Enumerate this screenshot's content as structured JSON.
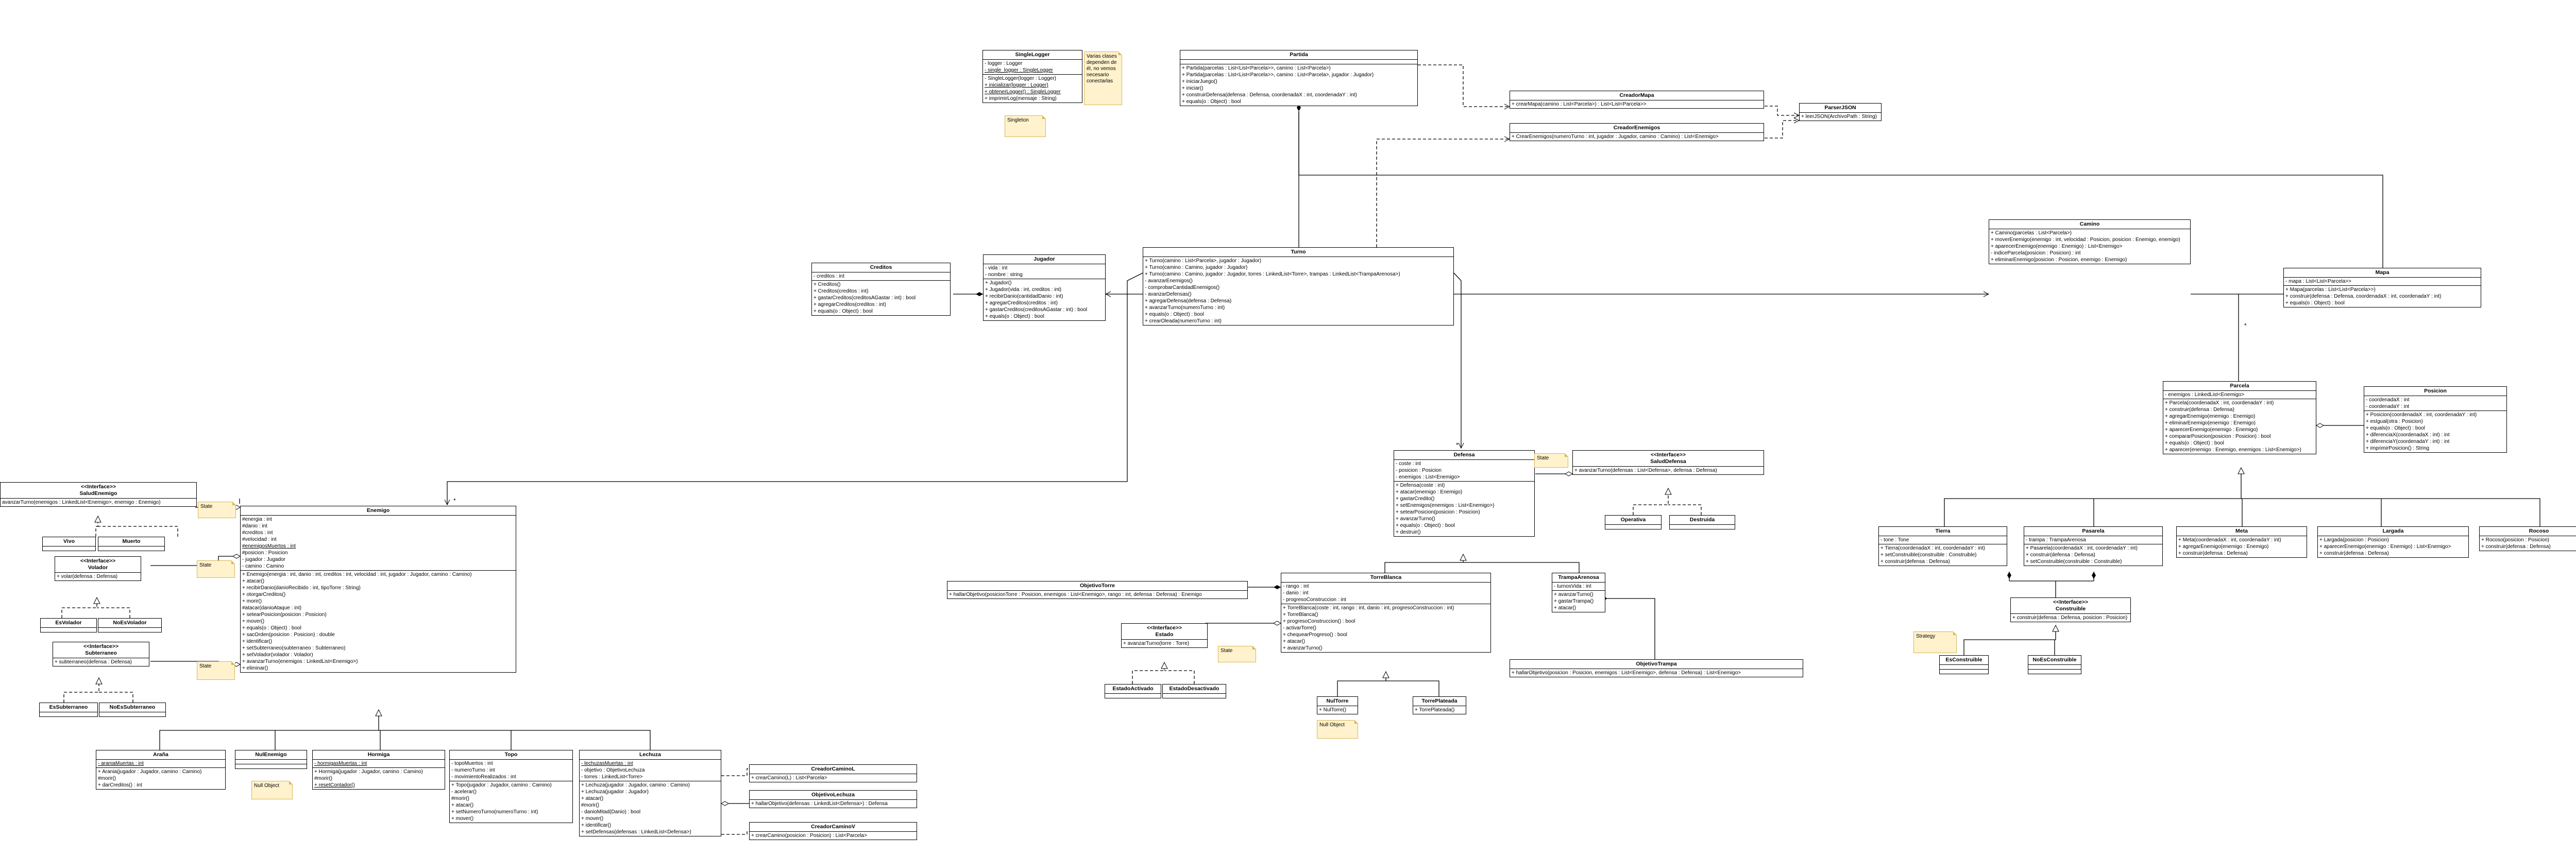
{
  "classes": {
    "singleLogger": {
      "name": "SingleLogger",
      "attrs": [
        "- logger : Logger",
        "- single_logger : SingleLogger"
      ],
      "methods": [
        "- SingleLogger(logger : Logger)",
        "+ inicializar(logger : Logger)",
        "+ obtenerLogger() : SingleLogger",
        "+ imprimirLog(mensaje : String)"
      ]
    },
    "partida": {
      "name": "Partida",
      "attrs": [],
      "methods": [
        "+ Partida(parcelas : List<List<Parcela>>, camino : List<Parcela>)",
        "+ Partida(parcelas : List<List<Parcela>>, camino : List<Parcela>, jugador : Jugador)",
        "+ iniciarJuego()",
        "+ iniciar()",
        "+ construirDefensa(defensa : Defensa, coordenadaX : int, coordenadaY : int)",
        "+ equals(o : Object) : bool"
      ]
    },
    "creadorMapa": {
      "name": "CreadorMapa",
      "attrs": [],
      "methods": [
        "+ crearMapa(camino : List<Parcela>) : List<List<Parcela>>"
      ]
    },
    "parserJson": {
      "name": "ParserJSON",
      "attrs": [],
      "methods": [
        "+ leerJSON(ArchivoPath : String)"
      ]
    },
    "creadorEnemigos": {
      "name": "CreadorEnemigos",
      "attrs": [],
      "methods": [
        "+ CrearEnemigos(numeroTurno : int, jugador : Jugador, camino : Camino) : List<Enemigo>"
      ]
    },
    "creditos": {
      "name": "Creditos",
      "attrs": [
        "- creditos : int"
      ],
      "methods": [
        "+ Creditos()",
        "+ Creditos(creditos : int)",
        "+ gastarCreditos(creditosAGastar : int) : bool",
        "+ agregarCreditos(creditos : int)",
        "+ equals(o : Object) : bool"
      ]
    },
    "jugador": {
      "name": "Jugador",
      "attrs": [
        "- vida : int",
        "- nombre : string"
      ],
      "methods": [
        "+ Jugador()",
        "+ Jugador(vida : int, creditos : int)",
        "+ recibirDanio(cantidadDanio : int)",
        "+ agregarCreditos(creditos : int)",
        "+ gastarCreditos(creditosAGastar : int) : bool",
        "+ equals(o : Object) : bool"
      ]
    },
    "turno": {
      "name": "Turno",
      "attrs": [],
      "methods": [
        "+ Turno(camino : List<Parcela>, jugador : Jugador)",
        "+ Turno(camino : Camino, jugador : Jugador)",
        "+ Turno(camino : Camino, jugador : Jugador, torres : LinkedList<Torre>, trampas : LinkedList<TrampaArenosa>)",
        "- avanzarEnemigos()",
        "- comprobarCantidadEnemigos()",
        "- avanzarDefensas()",
        "+ agregarDefensa(defensa : Defensa)",
        "+ avanzarTurno(numeroTurno : int)",
        "+ equals(o : Object) : bool",
        "+ crearOleada(numeroTurno : int)"
      ]
    },
    "camino": {
      "name": "Camino",
      "attrs": [],
      "methods": [
        "+ Camino(parcelas : List<Parcela>)",
        "+ moverEnemigo(enemigo : int, velocidad : Posicion, posicion : Enemigo, enemigo)",
        "+ aparecerEnemigo(enemigo : Enemigo) : List<Enemigo>",
        "- indiceParcela(posicion : Posicion) : int",
        "+ eliminarEnemigo(posicion : Posicion, enemigo : Enemigo)"
      ]
    },
    "mapa": {
      "name": "Mapa",
      "attrs": [
        "- mapa : List<List<Parcela>>"
      ],
      "methods": [
        "+ Mapa(parcelas : List<List<Parcela>>)",
        "+ construir(defensa : Defensa, coordenadaX : int, coordenadaY : int)",
        "+ equals(o : Object) : bool"
      ]
    },
    "parcela": {
      "name": "Parcela",
      "attrs": [
        "- enemigos : LinkedList<Enemigo>"
      ],
      "methods": [
        "+ Parcela(coordenadaX : int, coordenadaY : int)",
        "+ construir(defensa : Defensa)",
        "+ agregarEnemigo(enemigo : Enemigo)",
        "+ eliminarEnemigo(enemigo : Enemigo)",
        "+ aparecerEnemigo(enemigo : Enemigo)",
        "+ compararPosicion(posicion : Posicion) : bool",
        "+ equals(o : Object) : bool",
        "+ aparecer(enemigo : Enemigo, enemigos : List<Enemigo>)"
      ]
    },
    "posicion": {
      "name": "Posicion",
      "attrs": [
        "- coordenadaX : int",
        "- coordenadaY : int"
      ],
      "methods": [
        "+ Posicion(coordenadaX : int, coordenadaY : int)",
        "+ esIgual(otra : Posicion)",
        "+ equals(o : Object) : bool",
        "+ diferenciaX(coordenadaX : int) : int",
        "+ diferenciaY(coordenadaY : int) : int",
        "+ imprimirPosicion() : String"
      ]
    },
    "defensa": {
      "name": "Defensa",
      "attrs": [
        "- coste : int",
        "- posicion : Posicion",
        "- enemigos : List<Enemigo>"
      ],
      "methods": [
        "+ Defensa(coste : int)",
        "+ atacar(enemigo : Enemigo)",
        "+ gastarCredito()",
        "+ setEnemigos(enemigos : List<Enemigo>)",
        "+ setearPosicion(posicion : Posicion)",
        "+ avanzarTurno()",
        "+ equals(o : Object) : bool",
        "+ destruir()"
      ]
    },
    "saludDefensa": {
      "name": "SaludDefensa",
      "stereo": "<<Interface>>",
      "attrs": [],
      "methods": [
        "+ avanzarTurno(defensas : List<Defensa>, defensa : Defensa)"
      ]
    },
    "operativa": {
      "name": "Operativa",
      "attrs": [],
      "methods": []
    },
    "destruida": {
      "name": "Destruida",
      "attrs": [],
      "methods": []
    },
    "saludEnemigo": {
      "name": "SaludEnemigo",
      "stereo": "<<Interface>>",
      "attrs": [],
      "methods": [
        "avanzarTurno(enemigos : LinkedList<Enemigo>, enemigo : Enemigo)"
      ]
    },
    "enemigo": {
      "name": "Enemigo",
      "attrs": [
        "#energia : int",
        "#danio : int",
        "#creditos : int",
        "#velocidad : int",
        "#enemigosMuertos : int",
        "#posicion : Posicion",
        "- jugador : Jugador",
        "- camino : Camino"
      ],
      "methods": [
        "+ Enemigo(energia : int, danio : int, creditos : int, velocidad : int, jugador : Jugador, camino : Camino)",
        "+ atacar()",
        "+ recibirDanio(danioRecibido : int, tipoTorre : String)",
        "+ otorgarCreditos()",
        "+ morir()",
        "#atacar(danioAtaque : int)",
        "+ setearPosicion(posicion : Posicion)",
        "+ mover()",
        "+ equals(o : Object) : bool",
        "+ sacOrden(posicion : Posicion) : double",
        "+ identificar()",
        "+ setSubterraneo(subterraneo : Subterraneo)",
        "+ setVolador(volador : Volador)",
        "+ avanzarTurno(enemigos : LinkedList<Enemigo>)",
        "+ eliminar()"
      ]
    },
    "vivo": {
      "name": "Vivo",
      "attrs": [],
      "methods": []
    },
    "muerto": {
      "name": "Muerto",
      "attrs": [],
      "methods": []
    },
    "volador": {
      "name": "Volador",
      "stereo": "<<Interface>>",
      "attrs": [],
      "methods": [
        "+ volar(defensa : Defensa)"
      ]
    },
    "esVolador": {
      "name": "EsVolador",
      "attrs": [],
      "methods": []
    },
    "noEsVolador": {
      "name": "NoEsVolador",
      "attrs": [],
      "methods": []
    },
    "subterraneo": {
      "name": "Subterraneo",
      "stereo": "<<Interface>>",
      "attrs": [],
      "methods": [
        "+ subterraneo(defensa : Defensa)"
      ]
    },
    "esSubterraneo": {
      "name": "EsSubterraneo",
      "attrs": [],
      "methods": []
    },
    "noEsSubterraneo": {
      "name": "NoEsSubterraneo",
      "attrs": [],
      "methods": []
    },
    "arania": {
      "name": "Araña",
      "attrs": [
        "- araniaMuertas : int"
      ],
      "methods": [
        "+ Arania(jugador : Jugador, camino : Camino)",
        "#morir()",
        "+ darCreditos() : int"
      ]
    },
    "nulEnemigo": {
      "name": "NulEnemigo",
      "attrs": [],
      "methods": []
    },
    "hormiga": {
      "name": "Hormiga",
      "attrs": [
        "- hormigasMuertas : int"
      ],
      "methods": [
        "+ Hormiga(jugador : Jugador, camino : Camino)",
        "#morir()",
        "+ resetContador()"
      ]
    },
    "topo": {
      "name": "Topo",
      "attrs": [
        "- topoMuertos : int",
        "- numeroTurno : int",
        "- movimientoRealizados : int"
      ],
      "methods": [
        "+ Topo(jugador : Jugador, camino : Camino)",
        "- acelerar()",
        "#morir()",
        "+ atacar()",
        "+ setNumeroTurno(numeroTurno : int)",
        "+ mover()"
      ]
    },
    "lechuza": {
      "name": "Lechuza",
      "attrs": [
        "- lechuzasMuertas : int",
        "- objetivo : ObjetivoLechuza",
        "- torres : LinkedList<Torre>"
      ],
      "methods": [
        "+ Lechuza(jugador : Jugador, camino : Camino)",
        "+ Lechuza(jugador : Jugador)",
        "+ atacar()",
        "#morir()",
        "- danioMitad(Danio) : bool",
        "+ mover()",
        "+ identificar()",
        "+ setDefensas(defensas : LinkedList<Defensa>)"
      ]
    },
    "creadorCaminoL": {
      "name": "CreadorCaminoL",
      "attrs": [],
      "methods": [
        "+ crearCamino(L) : List<Parcela>"
      ]
    },
    "objetivoLechuza": {
      "name": "ObjetivoLechuza",
      "attrs": [],
      "methods": [
        "+ hallarObjetivo(defensas : LinkedList<Defensa>) : Defensa"
      ]
    },
    "creadorCaminoV": {
      "name": "CreadorCaminoV",
      "attrs": [],
      "methods": [
        "+ crearCamino(posicion : Posicion) : List<Parcela>"
      ]
    },
    "objetivoTorre": {
      "name": "ObjetivoTorre",
      "attrs": [],
      "methods": [
        "+ hallarObjetivo(posicionTorre : Posicion, enemigos : List<Enemigo>, rango : int, defensa : Defensa) : Enemigo"
      ]
    },
    "estado": {
      "name": "Estado",
      "stereo": "<<Interface>>",
      "attrs": [],
      "methods": [
        "+ avanzarTurno(torre : Torre)"
      ]
    },
    "estadoActivado": {
      "name": "EstadoActivado",
      "attrs": [],
      "methods": []
    },
    "estadoDesactivado": {
      "name": "EstadoDesactivado",
      "attrs": [],
      "methods": []
    },
    "torreBlanca": {
      "name": "TorreBlanca",
      "attrs": [
        "- rango : int",
        "- danio : int",
        "- progresoConstruccion : int"
      ],
      "methods": [
        "+ TorreBlanca(coste : int, rango : int, danio : int, progresoConstruccion : int)",
        "+ TorreBlanca()",
        "+ progresoConstruccion() : bool",
        "- activarTorre()",
        "+ chequearProgreso() : bool",
        "+ atacar()",
        "+ avanzarTurno()"
      ]
    },
    "trampaArenosa": {
      "name": "TrampaArenosa",
      "attrs": [
        "- turnosVida : int"
      ],
      "methods": [
        "+ avanzarTurno()",
        "+ gastarTrampa()",
        "+ atacar()"
      ]
    },
    "objetivoTrampa": {
      "name": "ObjetivoTrampa",
      "attrs": [],
      "methods": [
        "+ hallarObjetivo(posicion : Posicion, enemigos : List<Enemigo>, defensa : Defensa) : List<Enemigo>"
      ]
    },
    "nulTorre": {
      "name": "NulTorre",
      "attrs": [],
      "methods": [
        "+ NulTorre()"
      ]
    },
    "torrePlateada": {
      "name": "TorrePlateada",
      "attrs": [],
      "methods": [
        "+ TorrePlateada()"
      ]
    },
    "tierra": {
      "name": "Tierra",
      "attrs": [
        "- tone : Tone"
      ],
      "methods": [
        "+ Tierra(coordenadaX : int, coordenadaY : int)",
        "+ setConstruible(construible : Construible)",
        "+ construir(defensa : Defensa)"
      ]
    },
    "pasarela": {
      "name": "Pasarela",
      "attrs": [
        "- trampa : TrampaArenosa"
      ],
      "methods": [
        "+ Pasarela(coordenadaX : int, coordenadaY : int)",
        "+ construir(defensa : Defensa)",
        "+ setConstruible(construible : Construible)"
      ]
    },
    "meta": {
      "name": "Meta",
      "attrs": [],
      "methods": [
        "+ Meta(coordenadaX : int, coordenadaY : int)",
        "+ agregarEnemigo(enemigo : Enemigo)",
        "+ construir(defensa : Defensa)"
      ]
    },
    "largada": {
      "name": "Largada",
      "attrs": [],
      "methods": [
        "+ Largada(posicion : Posicion)",
        "+ aparecerEnemigo(enemigo : Enemigo) : List<Enemigo>",
        "+ construir(defensa : Defensa)"
      ]
    },
    "rocoso": {
      "name": "Rocoso",
      "attrs": [],
      "methods": [
        "+ Rocoso(posicion : Posicion)",
        "+ construir(defensa : Defensa)"
      ]
    },
    "construible": {
      "name": "Construible",
      "stereo": "<<Interface>>",
      "attrs": [],
      "methods": [
        "+ construir(defensa : Defensa, posicion : Posicion)"
      ]
    },
    "esConstruible": {
      "name": "EsConstruible",
      "attrs": [],
      "methods": []
    },
    "noEsConstruible": {
      "name": "NoEsConstruible",
      "attrs": [],
      "methods": []
    }
  },
  "notes": {
    "verSiValeLaPena": "Varias clases dependen de él, no vemos necesario conectarlas",
    "singleton": "Singleton",
    "stateSaludDefensa": "State",
    "stateSaludEnemigo": "State",
    "stateVolador": "State",
    "stateSubterraneo": "State",
    "stateEstado": "State",
    "strategy": "Strategy",
    "nullObjectArania": "Null Object",
    "nullObjectTorre": "Null Object"
  },
  "multiplicities": {
    "star1": "*",
    "star2": "*",
    "star3": "*"
  },
  "colors": {
    "note_fill": "#fff2cc",
    "note_border": "#d6b656",
    "line": "#000000"
  }
}
